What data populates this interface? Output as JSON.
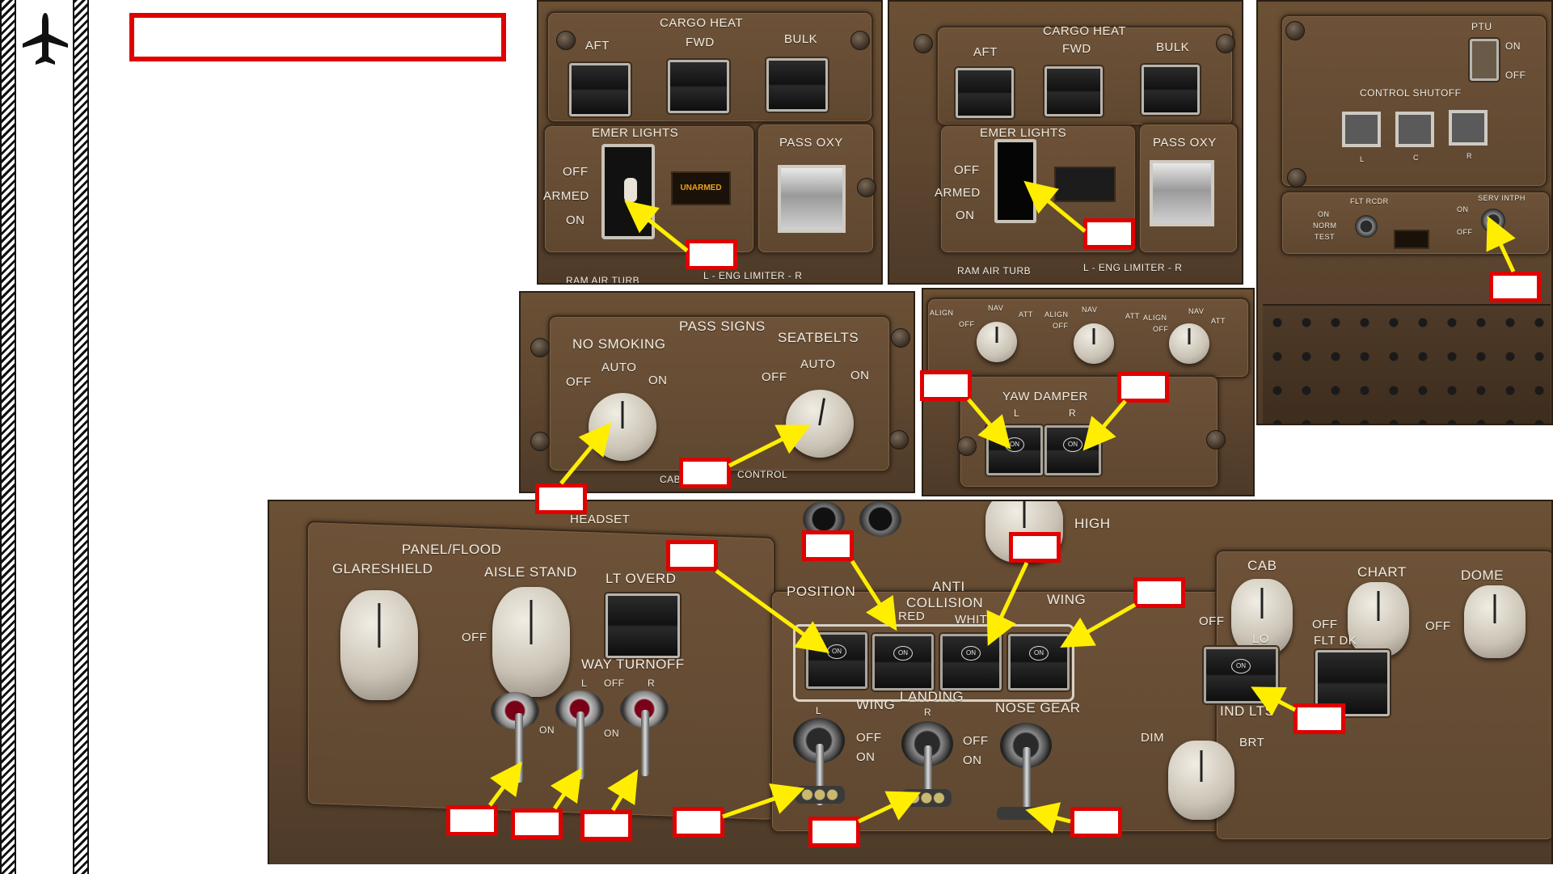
{
  "sidebar": {
    "icon": "airplane-icon"
  },
  "colors": {
    "callout_border": "#e00000",
    "arrow": "#ffee00",
    "panel_brown": "#5e4630",
    "label": "#f1ece2",
    "amber_light": "#f0a020"
  },
  "panel_cargo_emer_1": {
    "cargo_heat": "CARGO HEAT",
    "aft": "AFT",
    "fwd": "FWD",
    "bulk": "BULK",
    "emer_lights": "EMER LIGHTS",
    "off": "OFF",
    "armed": "ARMED",
    "on": "ON",
    "unarmed": "UNARMED",
    "pass_oxy": "PASS OXY",
    "ram_air_turb": "RAM AIR TURB",
    "eng_limiter": "L - ENG LIMITER - R"
  },
  "panel_cargo_emer_2": {
    "cargo_heat": "CARGO HEAT",
    "aft": "AFT",
    "fwd": "FWD",
    "bulk": "BULK",
    "emer_lights": "EMER LIGHTS",
    "off": "OFF",
    "armed": "ARMED",
    "on": "ON",
    "pass_oxy": "PASS OXY",
    "ram_air_turb": "RAM AIR TURB",
    "eng_limiter": "L - ENG LIMITER - R"
  },
  "panel_ptu": {
    "ptu": "PTU",
    "on": "ON",
    "off": "OFF",
    "control_shutoff": "CONTROL SHUTOFF",
    "l": "L",
    "c": "C",
    "r": "R",
    "flt_rcdr": "FLT RCDR",
    "rcdr_on": "ON",
    "rcdr_norm": "NORM",
    "rcdr_test": "TEST",
    "serv_intph": "SERV INTPH",
    "intph_on": "ON",
    "intph_off": "OFF"
  },
  "panel_pass_signs": {
    "pass_signs": "PASS SIGNS",
    "no_smoking": "NO SMOKING",
    "seatbelts": "SEATBELTS",
    "off": "OFF",
    "auto": "AUTO",
    "on": "ON",
    "cabin": "CABI",
    "control": "CONTROL"
  },
  "panel_yaw_damper": {
    "align": "ALIGN",
    "nav": "NAV",
    "att": "ATT",
    "off": "OFF",
    "yaw_damper": "YAW DAMPER",
    "l": "L",
    "r": "R",
    "on": "ON"
  },
  "panel_lighting": {
    "headset": "HEADSET",
    "panel_flood": "PANEL/FLOOD",
    "glareshield": "GLARESHIELD",
    "aisle_stand": "AISLE STAND",
    "lt_overd": "LT OVERD",
    "off": "OFF",
    "runway_turnoff": "WAY TURNOFF",
    "l": "L",
    "r": "R",
    "on": "ON",
    "high": "HIGH",
    "position": "POSITION",
    "anti_collision": "ANTI",
    "collision": "COLLISION",
    "red": "RED",
    "white": "WHITE",
    "wing": "WING",
    "landing": "LANDING",
    "landing_wing": "WING",
    "nose_gear": "NOSE GEAR",
    "cab": "CAB",
    "chart": "CHART",
    "dome": "DOME",
    "flt_dk": "FLT DK",
    "ind_lts": "IND LTS",
    "dim": "DIM",
    "brt": "BRT",
    "lo": "LO"
  }
}
